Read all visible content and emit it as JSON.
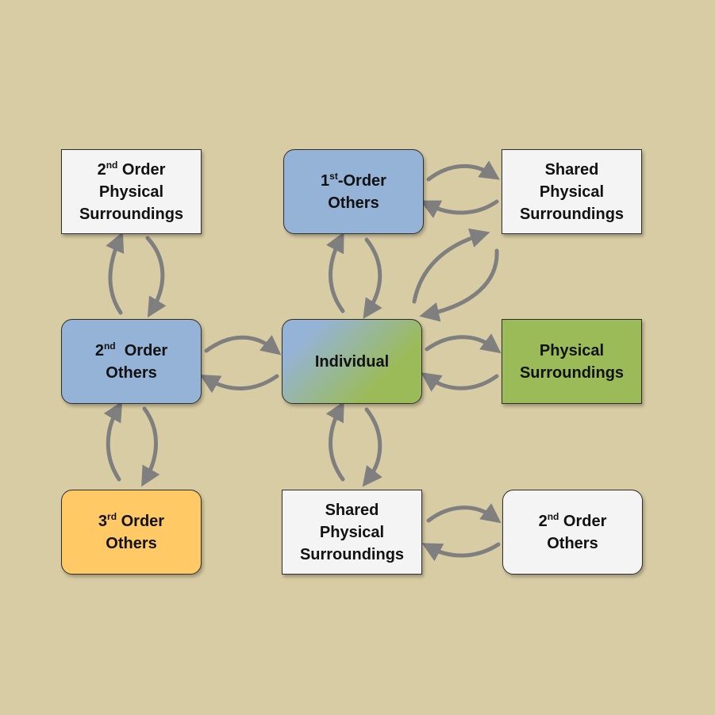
{
  "colors": {
    "background": "#d8cca4",
    "white": "#f4f4f4",
    "blue": "#95b3d7",
    "green": "#9bbb59",
    "orange": "#ffc966",
    "arrow": "#7f7f7f"
  },
  "nodes": {
    "second_order_physical": {
      "ordinal": "2",
      "suffix": "nd",
      "title_rest": " Order",
      "line2": "Physical",
      "line3": "Surroundings"
    },
    "first_order_others": {
      "ordinal": "1",
      "suffix": "st",
      "title_rest": "-Order",
      "line2": "Others"
    },
    "shared_physical_top": {
      "line1": "Shared",
      "line2": "Physical",
      "line3": "Surroundings"
    },
    "second_order_others_left": {
      "ordinal": "2",
      "suffix": "nd",
      "title_rest": "  Order",
      "line2": "Others"
    },
    "individual": {
      "label": "Individual"
    },
    "physical_surroundings": {
      "line1": "Physical",
      "line2": "Surroundings"
    },
    "third_order_others": {
      "ordinal": "3",
      "suffix": "rd",
      "title_rest": " Order",
      "line2": "Others"
    },
    "shared_physical_bottom": {
      "line1": "Shared",
      "line2": "Physical",
      "line3": "Surroundings"
    },
    "second_order_others_right": {
      "ordinal": "2",
      "suffix": "nd",
      "title_rest": " Order",
      "line2": "Others"
    }
  }
}
